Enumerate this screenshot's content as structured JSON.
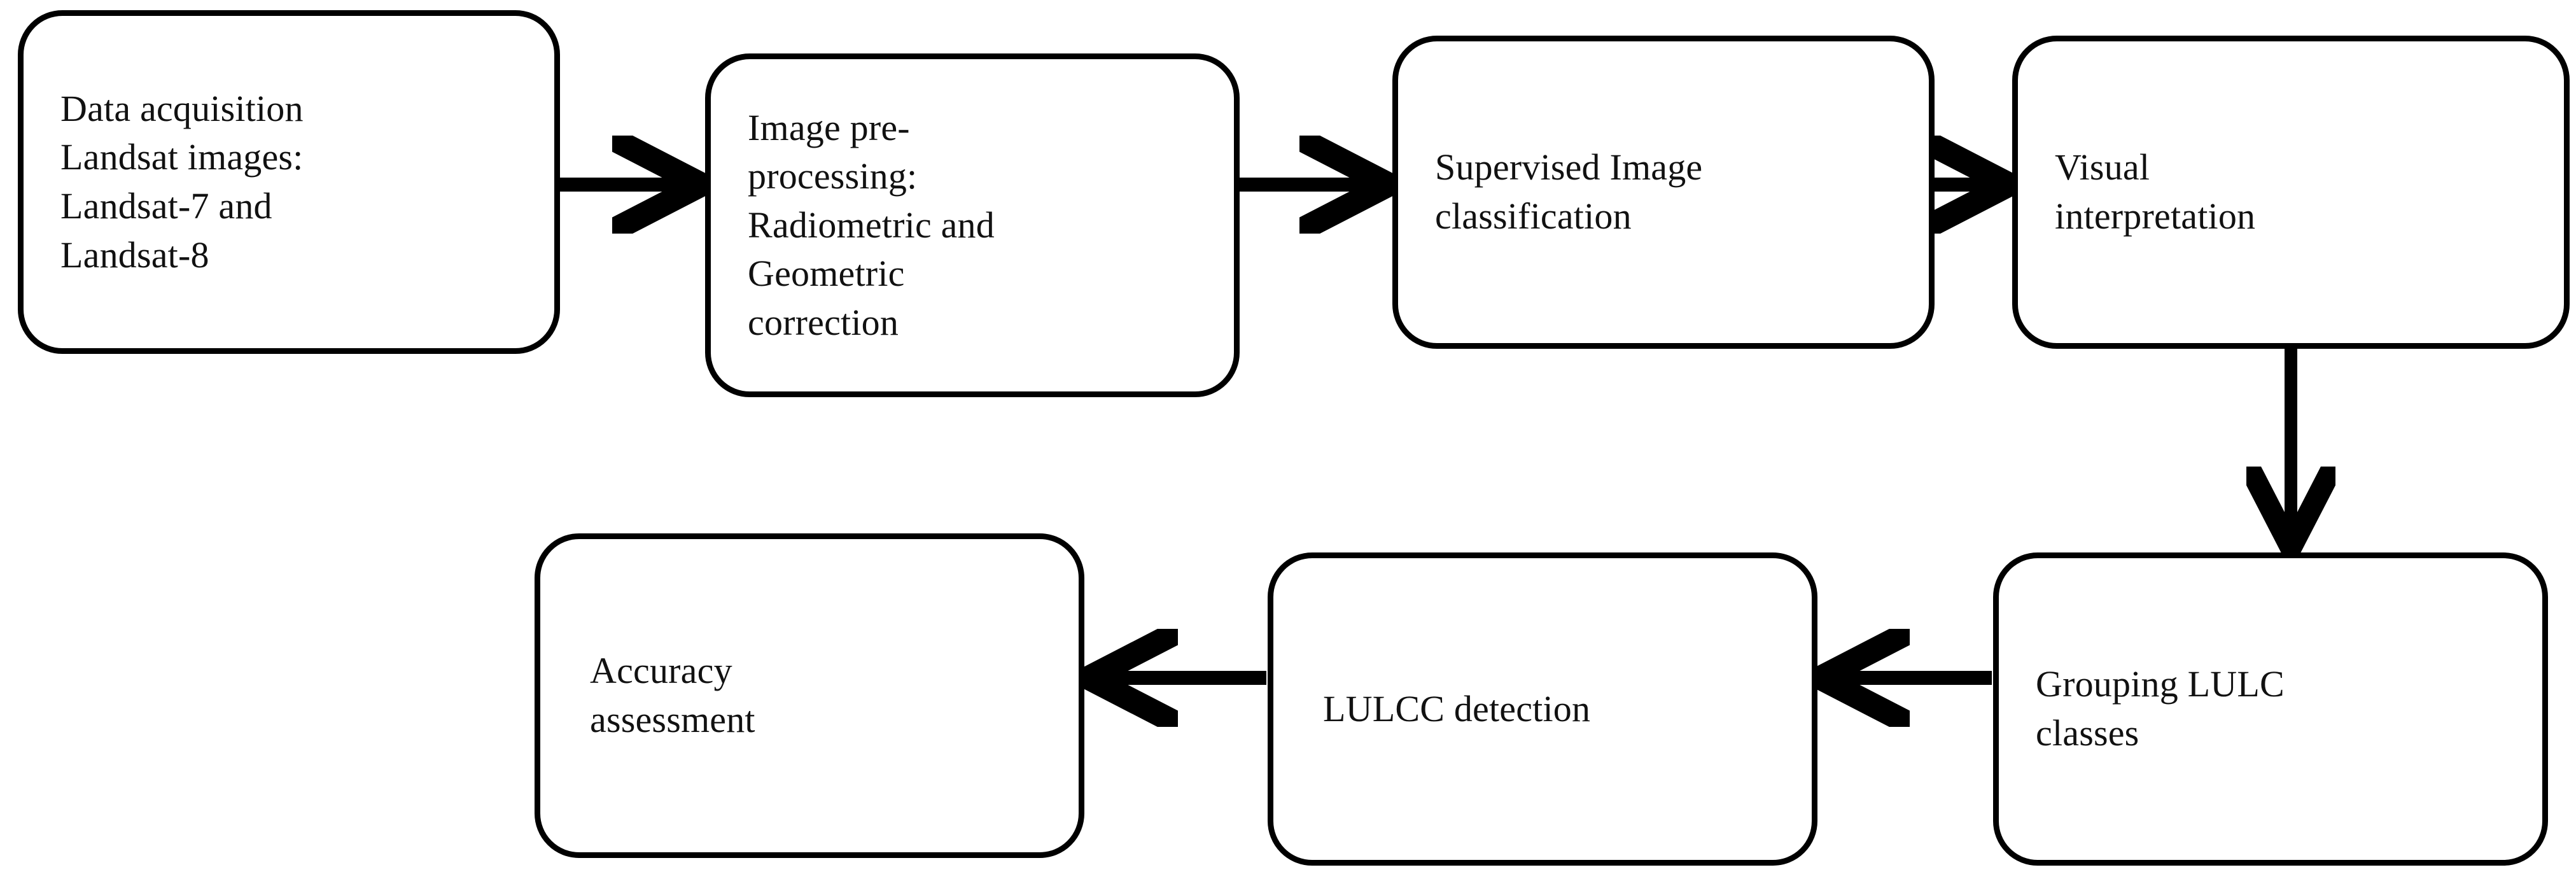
{
  "diagram": {
    "title": "LULC change detection methodology flowchart",
    "background_color": "#ffffff",
    "stroke_color": "#000000",
    "text_color": "#111111",
    "nodes": [
      {
        "id": "data-acquisition",
        "label": "Data acquisition\nLandsat images:\nLandsat-7 and\nLandsat-8",
        "shape": "rounded-rectangle",
        "row": "top",
        "order": 1
      },
      {
        "id": "image-preprocessing",
        "label": "Image pre-\nprocessing:\nRadiometric and\nGeometric\ncorrection",
        "shape": "rounded-rectangle",
        "row": "top",
        "order": 2
      },
      {
        "id": "supervised-classification",
        "label": "Supervised Image\nclassification",
        "shape": "rounded-rectangle",
        "row": "top",
        "order": 3
      },
      {
        "id": "visual-interpretation",
        "label": "Visual\ninterpretation",
        "shape": "rounded-rectangle",
        "row": "top",
        "order": 4
      },
      {
        "id": "grouping-lulc",
        "label": "Grouping LULC\nclasses",
        "shape": "rounded-rectangle",
        "row": "bottom",
        "order": 5
      },
      {
        "id": "lulcc-detection",
        "label": "LULCC detection",
        "shape": "rounded-rectangle",
        "row": "bottom",
        "order": 6
      },
      {
        "id": "accuracy-assessment",
        "label": "Accuracy\nassessment",
        "shape": "rounded-rectangle",
        "row": "bottom",
        "order": 7
      }
    ],
    "edges": [
      {
        "id": "edge-1",
        "from": "data-acquisition",
        "to": "image-preprocessing",
        "direction": "right"
      },
      {
        "id": "edge-2",
        "from": "image-preprocessing",
        "to": "supervised-classification",
        "direction": "right"
      },
      {
        "id": "edge-3",
        "from": "supervised-classification",
        "to": "visual-interpretation",
        "direction": "right"
      },
      {
        "id": "edge-4",
        "from": "visual-interpretation",
        "to": "grouping-lulc",
        "direction": "down"
      },
      {
        "id": "edge-5",
        "from": "grouping-lulc",
        "to": "lulcc-detection",
        "direction": "left"
      },
      {
        "id": "edge-6",
        "from": "lulcc-detection",
        "to": "accuracy-assessment",
        "direction": "left"
      }
    ]
  }
}
